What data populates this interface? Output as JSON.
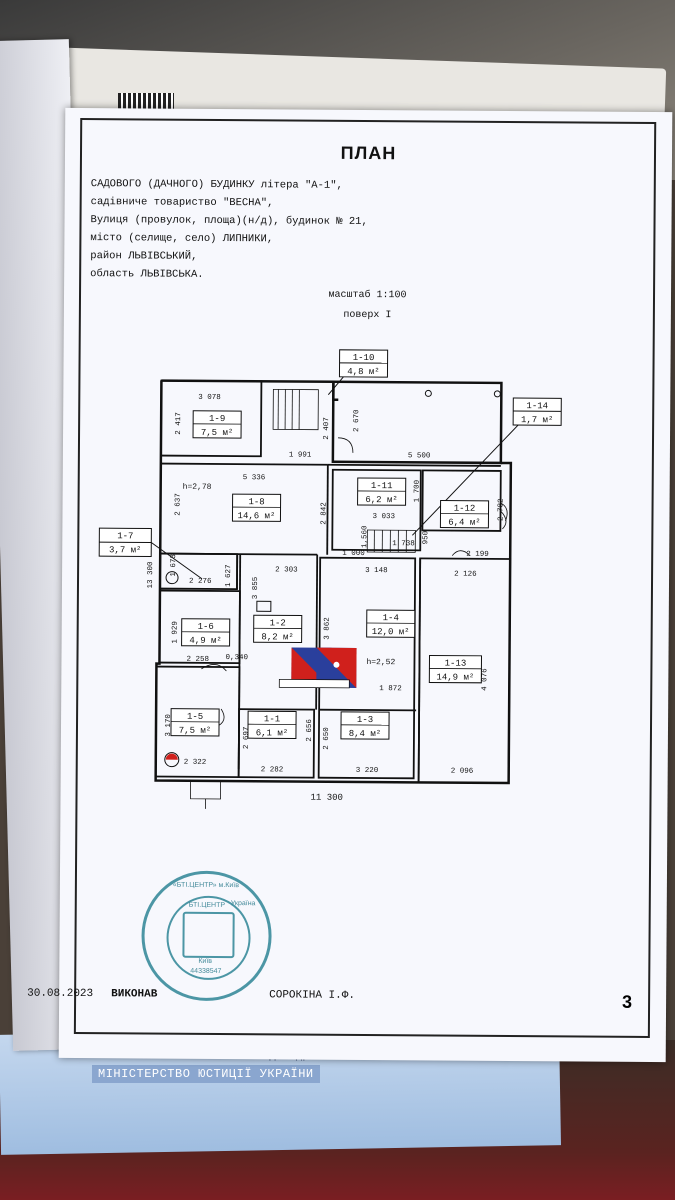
{
  "document": {
    "title": "ПЛАН",
    "header_lines": [
      "САДОВОГО (ДАЧНОГО) БУДИНКУ літера \"А-1\",",
      "садівниче товариство \"ВЕСНА\",",
      "Вулиця (провулок, площа)(н/д), будинок № 21,",
      "місто (селище, село) ЛИПНИКИ,",
      "район ЛЬВІВСЬКИЙ,",
      "область ЛЬВІВСЬКА."
    ],
    "scale": "масштаб 1:100",
    "floor": "поверх І"
  },
  "rooms": [
    {
      "id": "1-10",
      "area": "4,8 м²"
    },
    {
      "id": "1-14",
      "area": "1,7 м²"
    },
    {
      "id": "1-9",
      "area": "7,5 м²"
    },
    {
      "id": "1-8",
      "area": "14,6 м²"
    },
    {
      "id": "1-11",
      "area": "6,2 м²"
    },
    {
      "id": "1-12",
      "area": "6,4 м²"
    },
    {
      "id": "1-7",
      "area": "3,7 м²"
    },
    {
      "id": "1-2",
      "area": "8,2 м²"
    },
    {
      "id": "1-4",
      "area": "12,0 м²"
    },
    {
      "id": "1-6",
      "area": "4,9 м²"
    },
    {
      "id": "1-13",
      "area": "14,9 м²"
    },
    {
      "id": "1-5",
      "area": "7,5 м²"
    },
    {
      "id": "1-1",
      "area": "6,1 м²"
    },
    {
      "id": "1-3",
      "area": "8,4 м²"
    }
  ],
  "heights": [
    "h=2,78",
    "h=2,52"
  ],
  "dimensions": {
    "d3078": "3 078",
    "d2417": "2 417",
    "d2407": "2 407",
    "d2670": "2 670",
    "d1991": "1 991",
    "d5500": "5 500",
    "d5336": "5 336",
    "d2637": "2 637",
    "d2842": "2 842",
    "d1700": "1 700",
    "d3033": "3 033",
    "d2782": "2 782",
    "d1560": "1,560",
    "d1738": "1 738",
    "d950": "950",
    "d1000": "1 000",
    "d2199": "2 199",
    "d13300": "13 300",
    "d1673": "1 673",
    "d1627": "1 627",
    "d2276": "2 276",
    "d2303": "2 303",
    "d3148": "3 148",
    "d2126": "2 126",
    "d3855": "3 855",
    "d3862": "3 862",
    "d1929": "1 929",
    "d2258": "2 258",
    "d0340": "0,340",
    "d1872": "1 872",
    "d4076": "4 076",
    "d3170": "3 170",
    "d2697": "2 697",
    "d2656": "2 656",
    "d2650": "2 650",
    "d2322": "2 322",
    "d2282": "2 282",
    "d3220": "3 220",
    "d2096": "2 096",
    "d11300": "11 300"
  },
  "stamp": {
    "ring": "«БТІ.ЦЕНТР» м.Київ",
    "country": "Україна",
    "name": "БТІ.ЦЕНТР",
    "city": "Київ",
    "code": "44338547"
  },
  "footer": {
    "date": "30.08.2023",
    "executor_label": "ВИКОНАВ",
    "executor_name": "СОРОКІНА І.Ф.",
    "page": "3"
  },
  "background": {
    "certificate_line1": "захист від підроблення.",
    "certificate_line2": "МІНІСТЕРСТВО ЮСТИЦІЇ УКРАЇНИ"
  },
  "colors": {
    "ink": "#111111",
    "stamp": "#3a8c9c",
    "fire_red": "#d0201c",
    "fire_blue": "#2a3f9c"
  }
}
